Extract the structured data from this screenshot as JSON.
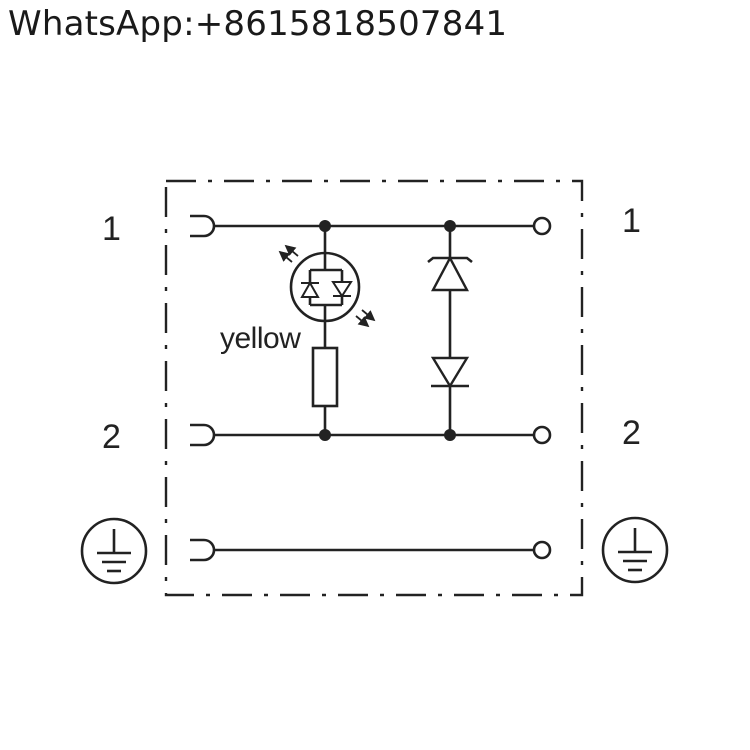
{
  "header": {
    "contact": "WhatsApp:+8615818507841"
  },
  "diagram": {
    "pins_left": [
      "1",
      "2"
    ],
    "pins_right": [
      "1",
      "2"
    ],
    "led_color_label": "yellow",
    "ground_left_icon": "ground-icon",
    "ground_right_icon": "ground-icon"
  }
}
